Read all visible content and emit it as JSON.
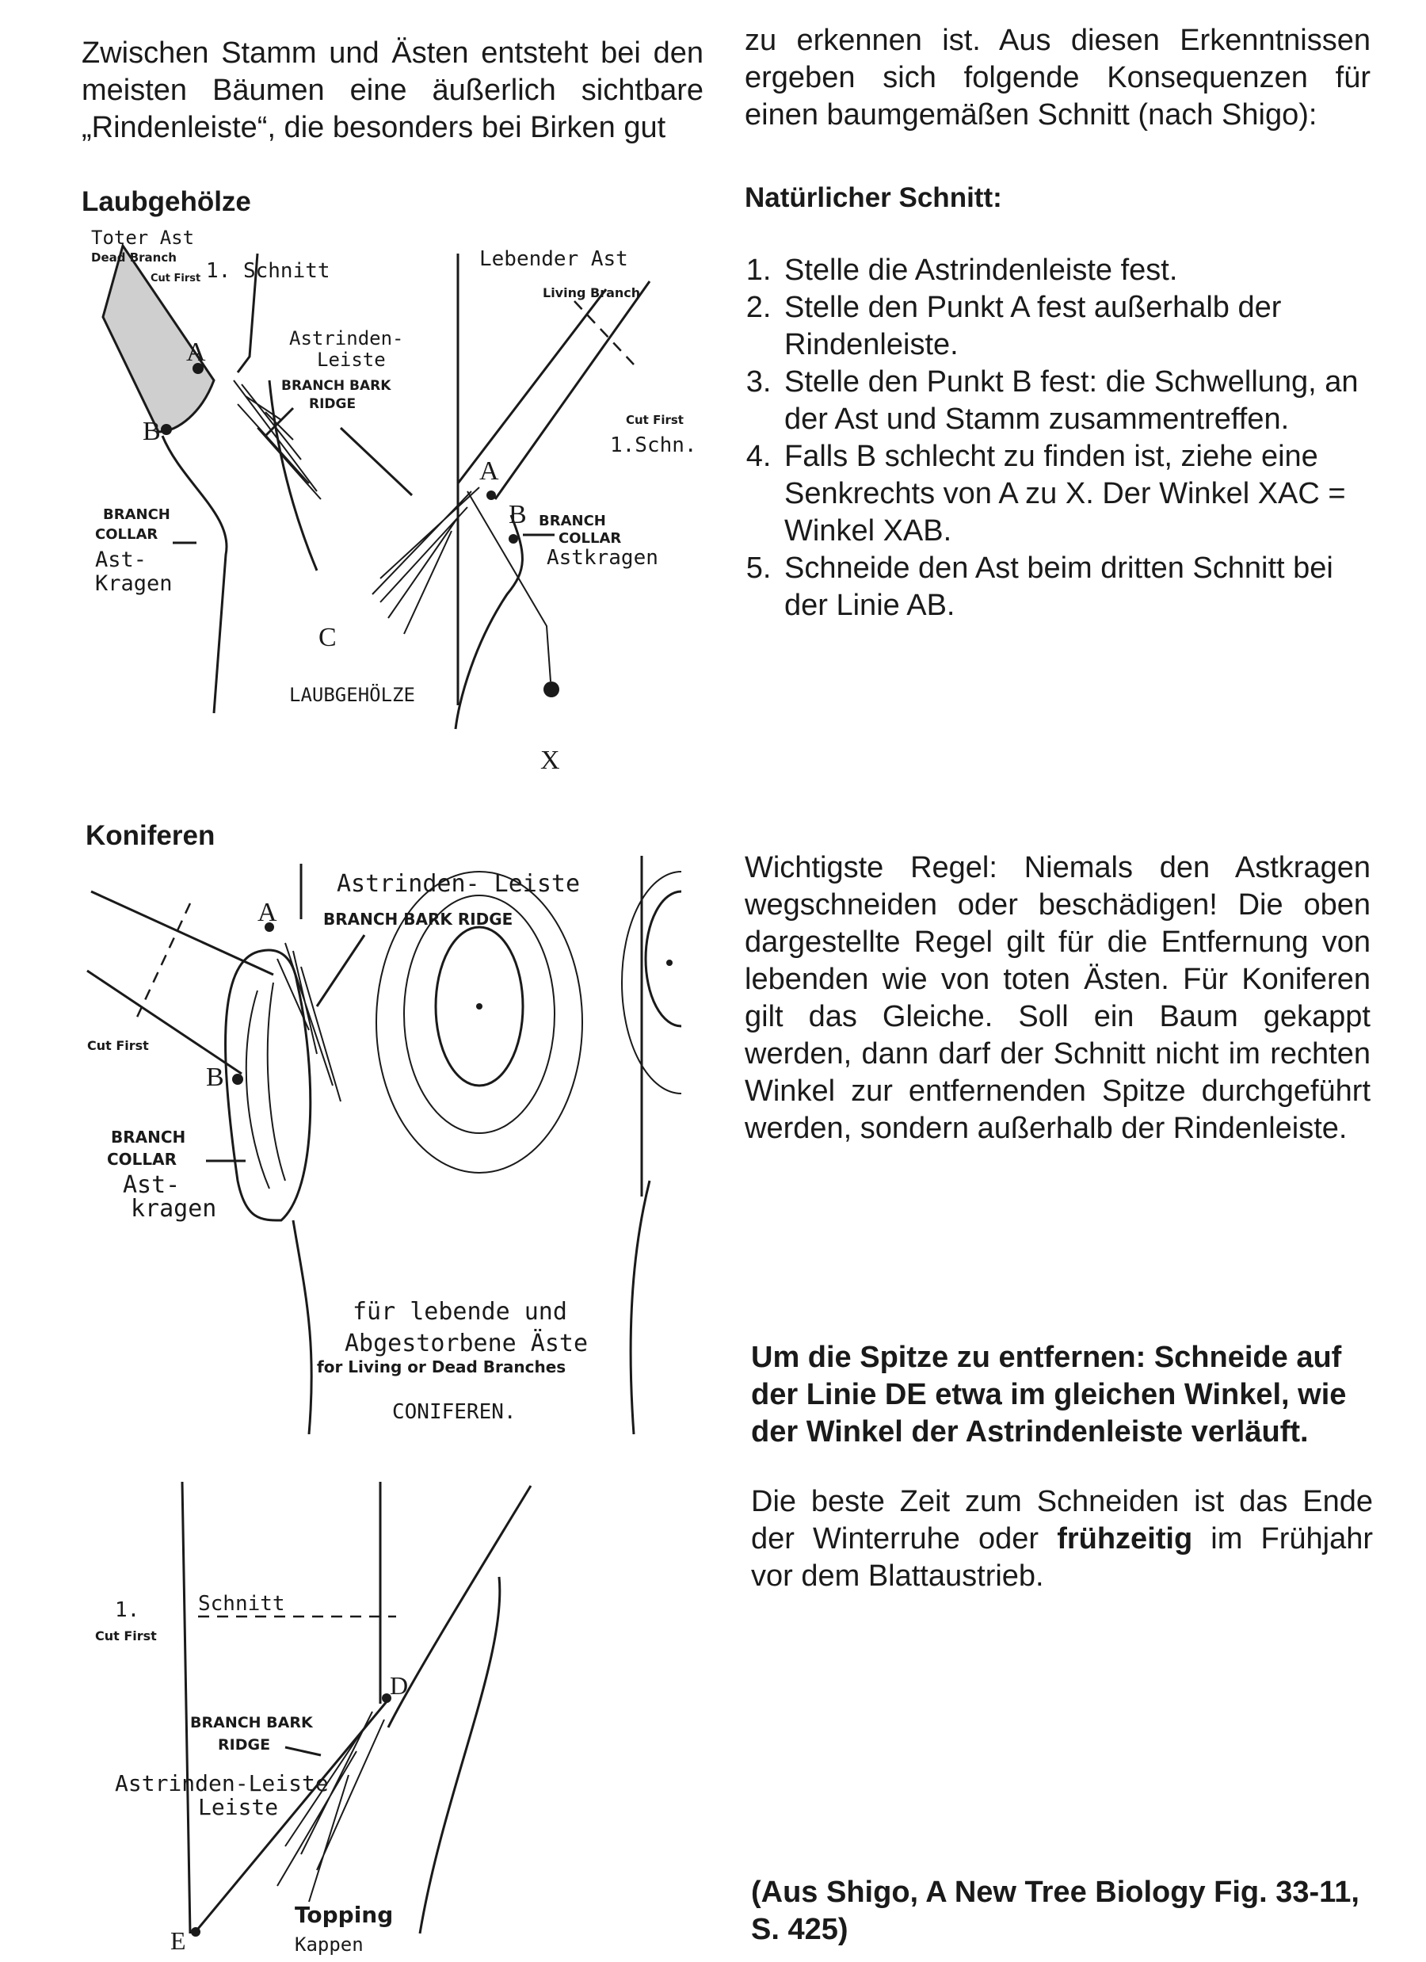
{
  "intro": {
    "left": "Zwischen Stamm und Ästen entsteht bei den meisten Bäumen eine äußerlich sichtbare „Rindenleiste“, die besonders bei Birken gut",
    "right": "zu erkennen ist. Aus diesen Erkenntnissen ergeben sich folgende Konsequenzen für einen baumgemäßen Schnitt (nach Shigo):"
  },
  "laubgehoelze": {
    "heading": "Laubgehölze",
    "figure": {
      "dead_branch_de": "Toter Ast",
      "dead_branch_en": "Dead Branch",
      "cut_first": "Cut First",
      "schnitt": "1. Schnitt",
      "living_branch_de": "Lebender Ast",
      "living_branch_en": "Living Branch",
      "ridge_de_1": "Astrinden-",
      "ridge_de_2": "Leiste",
      "ridge_en_1": "BRANCH BARK",
      "ridge_en_2": "RIDGE",
      "cut_first_2": "Cut First",
      "schn": "1.Schn.",
      "point_a": "A",
      "point_b": "B",
      "point_c": "C",
      "point_x": "X",
      "collar_en_1": "BRANCH",
      "collar_en_2": "COLLAR",
      "collar_de_1": "Ast-",
      "collar_de_2": "Kragen",
      "collar2_en_1": "BRANCH",
      "collar2_en_2": "COLLAR",
      "collar2_de": "Astkragen",
      "caption": "LAUBGEHÖLZE"
    }
  },
  "natuerlicher_schnitt": {
    "heading": "Natürlicher Schnitt:",
    "steps": [
      "Stelle die Astrindenleiste fest.",
      "Stelle den Punkt A fest außerhalb der Rindenleiste.",
      "Stelle den Punkt B fest: die Schwellung, an der Ast und Stamm zusammentreffen.",
      "Falls B schlecht zu finden ist, ziehe eine Senkrechts von A zu X. Der Winkel XAC = Winkel XAB.",
      "Schneide den Ast beim dritten Schnitt bei der Linie AB."
    ]
  },
  "koniferen": {
    "heading": "Koniferen",
    "figure": {
      "ridge_de": "Astrinden- Leiste",
      "ridge_en": "BRANCH BARK RIDGE",
      "point_a": "A",
      "point_b": "B",
      "cut_first": "Cut First",
      "collar_en_1": "BRANCH",
      "collar_en_2": "COLLAR",
      "collar_de_1": "Ast-",
      "collar_de_2": "kragen",
      "caption_1": "für lebende und",
      "caption_2": "Abgestorbene Äste",
      "caption_en": "for Living or Dead   Branches",
      "caption_3": "CONIFEREN."
    },
    "text": "Wichtigste Regel: Niemals den Astkragen wegschneiden oder beschädigen! Die oben dargestellte Regel gilt für die Entfernung von lebenden wie von toten Ästen. Für Koniferen gilt das Gleiche. Soll ein Baum gekappt werden, dann darf der Schnitt nicht im rechten Winkel zur entfernenden Spitze durchgeführt werden, sondern außerhalb der Rindenleiste."
  },
  "topping": {
    "rule": "Um die Spitze zu entfernen: Schneide auf der Linie DE etwa im gleichen Winkel, wie der Winkel der Astrindenleiste verläuft.",
    "time_a": "Die beste Zeit zum Schneiden ist das Ende der Winterruhe oder ",
    "time_bold": "frühzeitig",
    "time_b": " im Frühjahr vor dem Blattaustrieb.",
    "figure": {
      "num": "1.",
      "schnitt": "Schnitt",
      "cut_first": "Cut First",
      "point_d": "D",
      "point_e": "E",
      "ridge_en_1": "BRANCH BARK",
      "ridge_en_2": "RIDGE",
      "ridge_de_1": "Astrinden-Leiste",
      "ridge_de_2": "Leiste",
      "topping_en": "Topping",
      "topping_de": "Kappen"
    }
  },
  "source": "(Aus Shigo, A New Tree Biology Fig. 33-11, S. 425)"
}
